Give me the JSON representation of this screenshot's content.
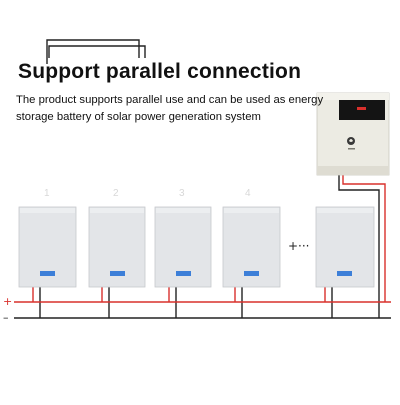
{
  "title": "Support parallel connection",
  "description_line_1": "The product supports parallel use and can be used as energy",
  "description_line_2": "storage battery of solar power generation system",
  "battery_numbers": [
    "1",
    "2",
    "3",
    "4"
  ],
  "more_label": "+···",
  "bus": {
    "positive_label": "+",
    "negative_label": "–"
  },
  "colors": {
    "positive_wire": "#d9302c",
    "negative_wire": "#222222",
    "battery_body": "#e3e5e8",
    "battery_display": "#3d7fd8",
    "inverter_body": "#ecebe3",
    "inverter_screen": "#141414",
    "inverter_indicator": "#d9302c"
  },
  "icons": {
    "inverter_logo": "leaf-logo-icon"
  }
}
